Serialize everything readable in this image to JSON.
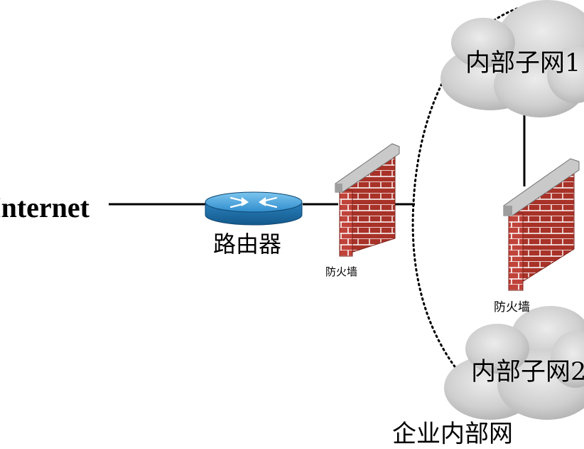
{
  "labels": {
    "internet": "Internet",
    "router": "路由器",
    "firewall_outer": "防火墙",
    "firewall_inner": "防火墙",
    "subnet1": "内部子网1",
    "subnet2": "内部子网2",
    "enterprise": "企业内部网"
  },
  "colors": {
    "background": "#ffffff",
    "brick": "#c0433a",
    "mortar": "#ffffff",
    "firewall_cap": "#c9c9c9",
    "router_top": "#4aa8dd",
    "router_side": "#1d6fa8",
    "cloud": "#cfcfcf",
    "line": "#000000"
  },
  "icons": {
    "router": "router-icon",
    "firewall": "firewall-icon",
    "cloud": "cloud-icon"
  }
}
